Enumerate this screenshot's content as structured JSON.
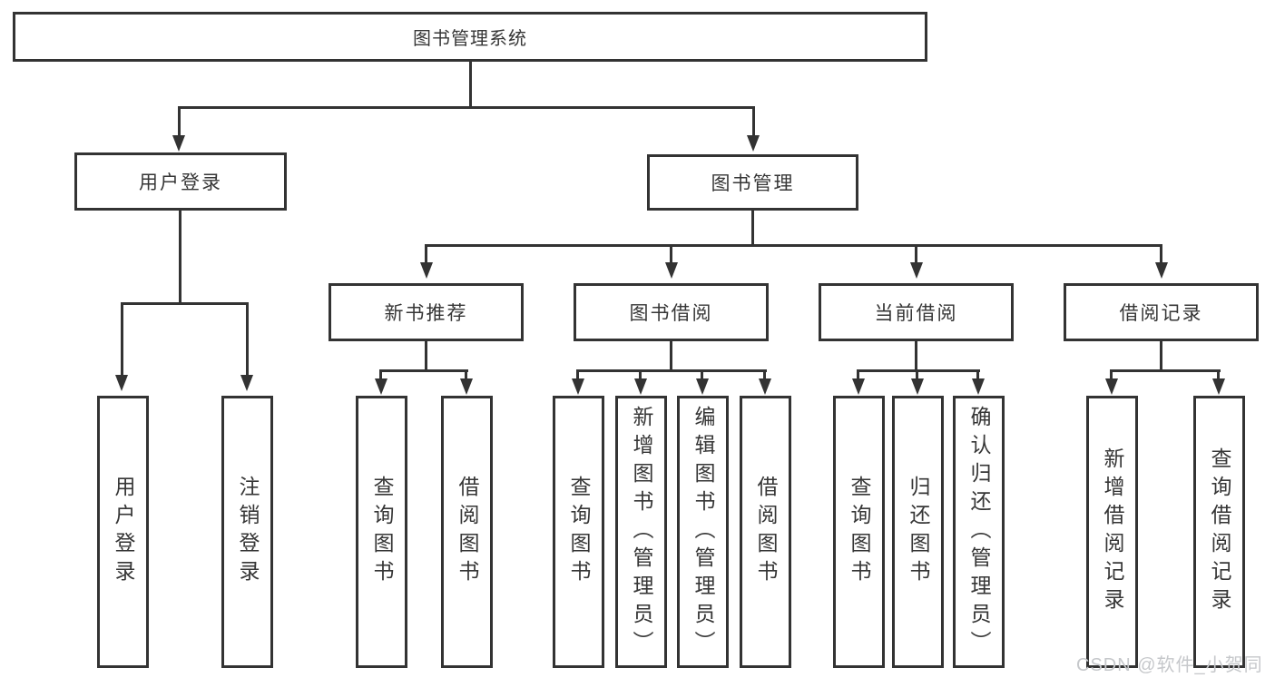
{
  "nodes": {
    "root": "图书管理系统",
    "level1": [
      "用户登录",
      "图书管理"
    ],
    "level2": [
      "新书推荐",
      "图书借阅",
      "当前借阅",
      "借阅记录"
    ],
    "login_children": [
      "用户登录",
      "注销登录"
    ],
    "recommend_children": [
      "查询图书",
      "借阅图书"
    ],
    "borrow_children": [
      "查询图书",
      "新增图书（管理员）",
      "编辑图书（管理员）",
      "借阅图书"
    ],
    "current_children": [
      "查询图书",
      "归还图书",
      "确认归还（管理员）"
    ],
    "records_children": [
      "新增借阅记录",
      "查询借阅记录"
    ]
  },
  "watermark": "CSDN @软件_小贺同学",
  "colors": {
    "line": "#333333",
    "text": "#363636",
    "box_fill": "#ffffff",
    "background": "#ffffff",
    "watermark": "#c6c8cb"
  }
}
